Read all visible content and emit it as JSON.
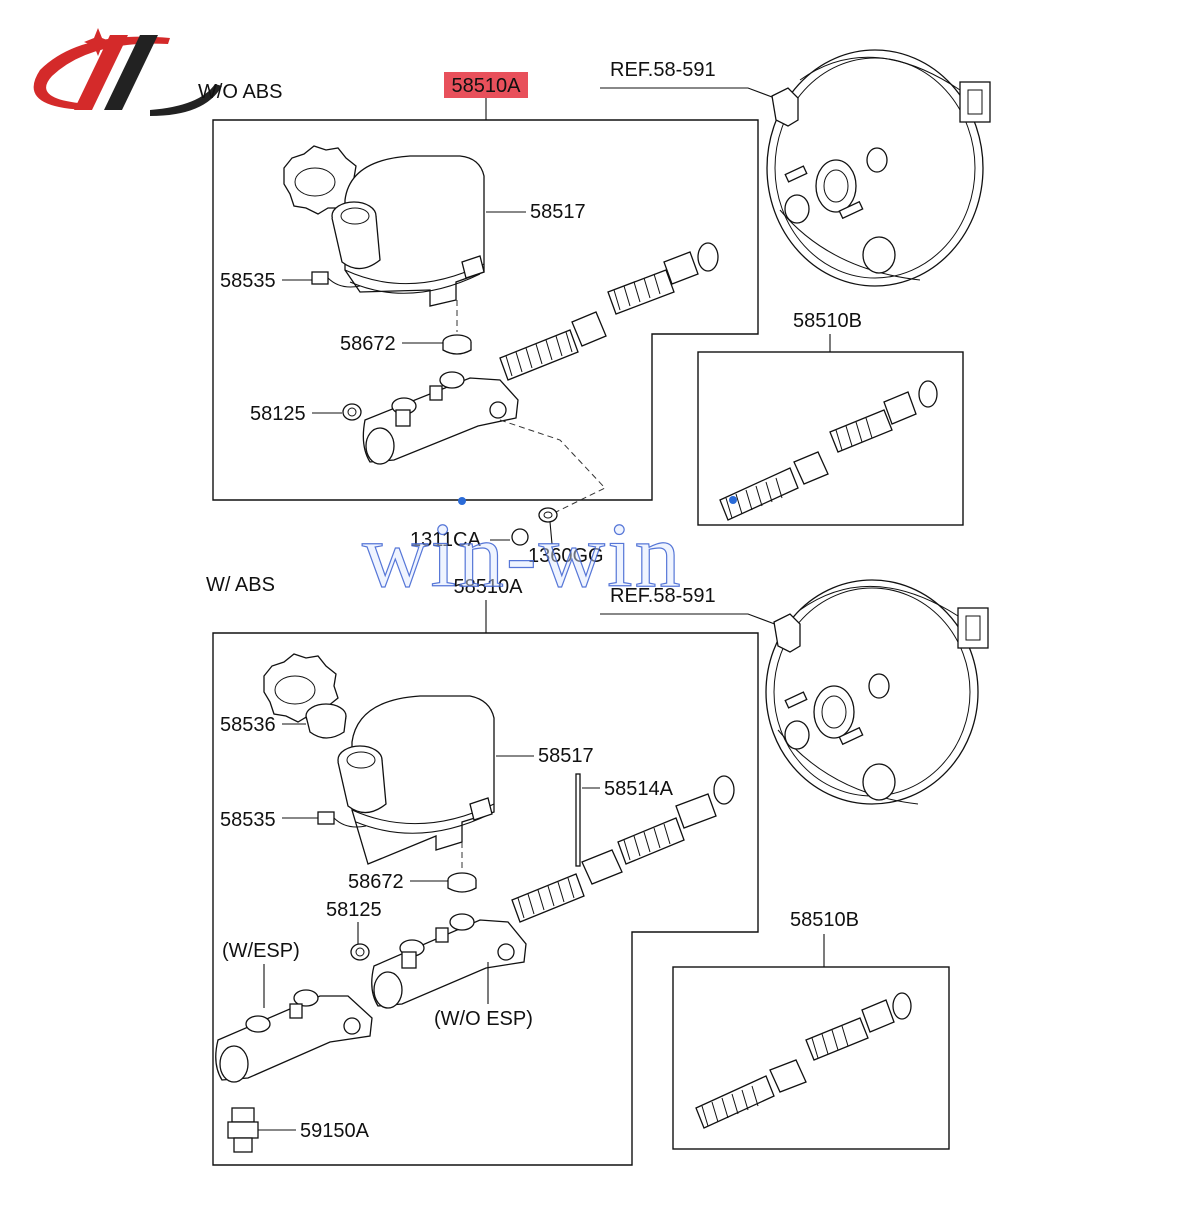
{
  "watermark": "win-win",
  "upper": {
    "section_title": "W/O ABS",
    "assembly_number": "58510A",
    "ref_label": "REF.58-591",
    "labels": {
      "reservoir": "58517",
      "sensor": "58535",
      "grommet": "58672",
      "grommet_small": "58125",
      "repair_kit": "58510B",
      "nut": "1311CA",
      "washer": "1360GG"
    }
  },
  "lower": {
    "section_title": "W/ ABS",
    "assembly_number": "58510A",
    "ref_label": "REF.58-591",
    "labels": {
      "cap_seal": "58536",
      "sensor": "58535",
      "reservoir": "58517",
      "pin": "58514A",
      "grommet": "58672",
      "grommet_small": "58125",
      "with_esp": "(W/ESP)",
      "without_esp": "(W/O ESP)",
      "switch": "59150A",
      "repair_kit": "58510B"
    }
  },
  "colors": {
    "highlight_fill": "#e8505b",
    "logo_red": "#d42a2a",
    "logo_dark": "#222222",
    "dot_blue": "#2a6bd8"
  }
}
